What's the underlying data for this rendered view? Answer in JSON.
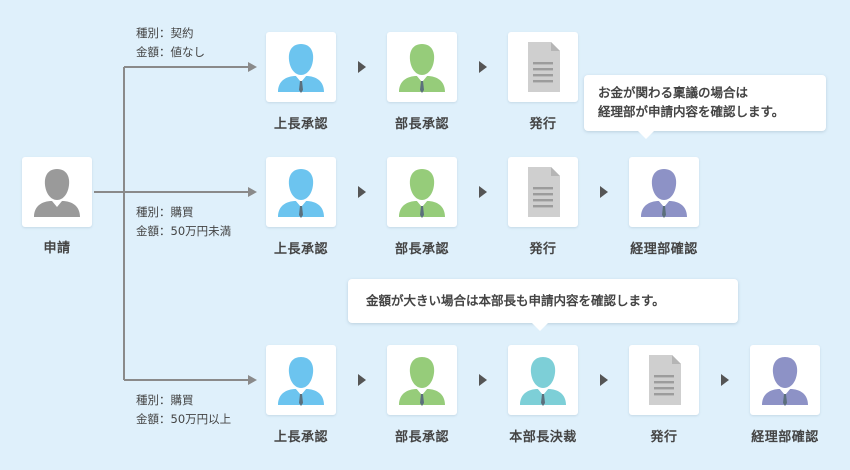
{
  "colors": {
    "background": "#dff0fb",
    "line": "#8a8a8a",
    "arrowhead": "#555555",
    "requester": "#9a9a9a",
    "approver_blue": "#6cc4ef",
    "approver_green": "#96cc7a",
    "accounting": "#8d92c6",
    "director_teal": "#7dcfd7",
    "document": "#cfcfcf"
  },
  "requester": {
    "label": "申請",
    "icon": "person-icon"
  },
  "branches": [
    {
      "conditions": [
        "種別：契約",
        "金額：値なし"
      ],
      "steps": [
        {
          "label": "上長承認",
          "icon": "person-icon",
          "color": "approver_blue"
        },
        {
          "label": "部長承認",
          "icon": "person-icon",
          "color": "approver_green"
        },
        {
          "label": "発行",
          "icon": "document-icon",
          "color": "document"
        }
      ]
    },
    {
      "conditions": [
        "種別：購買",
        "金額：50万円未満"
      ],
      "steps": [
        {
          "label": "上長承認",
          "icon": "person-icon",
          "color": "approver_blue"
        },
        {
          "label": "部長承認",
          "icon": "person-icon",
          "color": "approver_green"
        },
        {
          "label": "発行",
          "icon": "document-icon",
          "color": "document"
        },
        {
          "label": "経理部確認",
          "icon": "person-icon",
          "color": "accounting"
        }
      ]
    },
    {
      "conditions": [
        "種別：購買",
        "金額：50万円以上"
      ],
      "steps": [
        {
          "label": "上長承認",
          "icon": "person-icon",
          "color": "approver_blue"
        },
        {
          "label": "部長承認",
          "icon": "person-icon",
          "color": "approver_green"
        },
        {
          "label": "本部長決裁",
          "icon": "person-icon",
          "color": "director_teal"
        },
        {
          "label": "発行",
          "icon": "document-icon",
          "color": "document"
        },
        {
          "label": "経理部確認",
          "icon": "person-icon",
          "color": "accounting"
        }
      ]
    }
  ],
  "callouts": {
    "accounting_note": [
      "お金が関わる稟議の場合は",
      "経理部が申請内容を確認します。"
    ],
    "director_note": "金額が大きい場合は本部長も申請内容を確認します。"
  }
}
